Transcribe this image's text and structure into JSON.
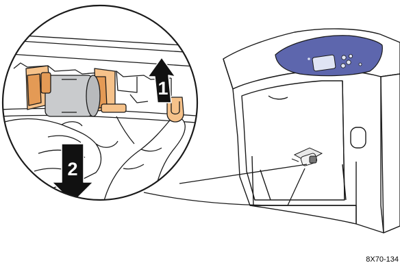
{
  "figure": {
    "step_1": "1",
    "step_2": "2",
    "figure_id": "8X70-134"
  },
  "colors": {
    "outline": "#1a1a1a",
    "roller_orange": "#f6c28a",
    "roller_orange_dark": "#e49a55",
    "roller_gray": "#c9cbcd",
    "control_panel_blue": "#5d66ad",
    "display_screen": "#dfe4f4",
    "arrow_black": "#111111"
  },
  "icons": {
    "step_1": "arrow-up-icon",
    "step_2": "arrow-down-icon"
  }
}
